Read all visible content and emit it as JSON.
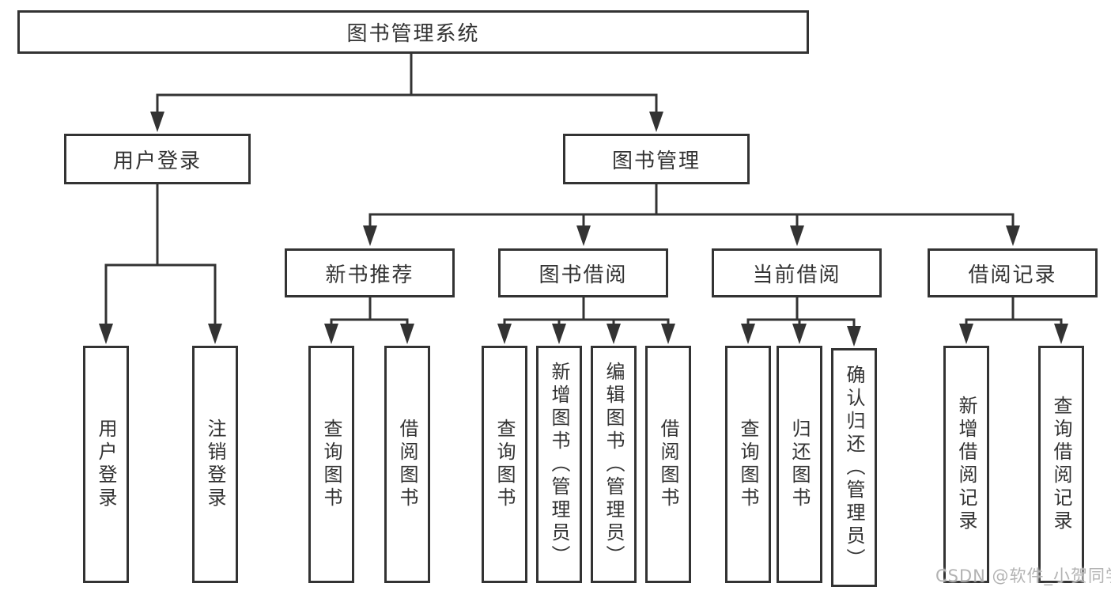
{
  "tree": {
    "root": "图书管理系统",
    "branches": [
      {
        "label": "用户登录",
        "children": [
          "用户登录",
          "注销登录"
        ]
      },
      {
        "label": "图书管理",
        "groups": [
          {
            "label": "新书推荐",
            "children": [
              "查询图书",
              "借阅图书"
            ]
          },
          {
            "label": "图书借阅",
            "children": [
              "查询图书",
              "新增图书（管理员）",
              "编辑图书（管理员）",
              "借阅图书"
            ]
          },
          {
            "label": "当前借阅",
            "children": [
              "查询图书",
              "归还图书",
              "确认归还（管理员）"
            ]
          },
          {
            "label": "借阅记录",
            "children": [
              "新增借阅记录",
              "查询借阅记录"
            ]
          }
        ]
      }
    ]
  },
  "watermark": "CSDN @软件_小贺同学",
  "colors": {
    "line": "#333333",
    "text": "#333333",
    "background": "#ffffff",
    "watermark": "#b3b3b3"
  }
}
